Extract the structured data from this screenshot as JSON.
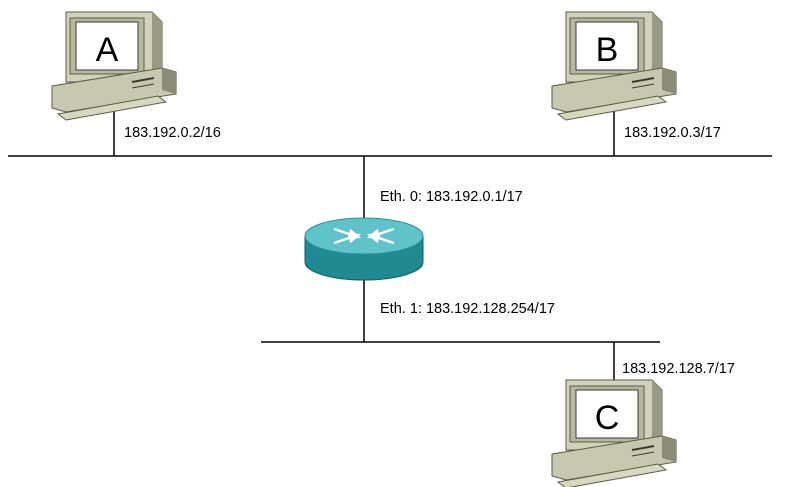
{
  "hosts": [
    {
      "letter": "A",
      "ip": "183.192.0.2/16"
    },
    {
      "letter": "B",
      "ip": "183.192.0.3/17"
    },
    {
      "letter": "C",
      "ip": "183.192.128.7/17"
    }
  ],
  "router": {
    "eth0": "Eth. 0: 183.192.0.1/17",
    "eth1": "Eth. 1: 183.192.128.254/17",
    "icon": "router-icon"
  },
  "colors": {
    "line": "#000000",
    "pc_body": "#c8c8b0",
    "pc_shadow": "#8c8c76",
    "router_top": "#5fc3c9",
    "router_side": "#1f8a92"
  }
}
